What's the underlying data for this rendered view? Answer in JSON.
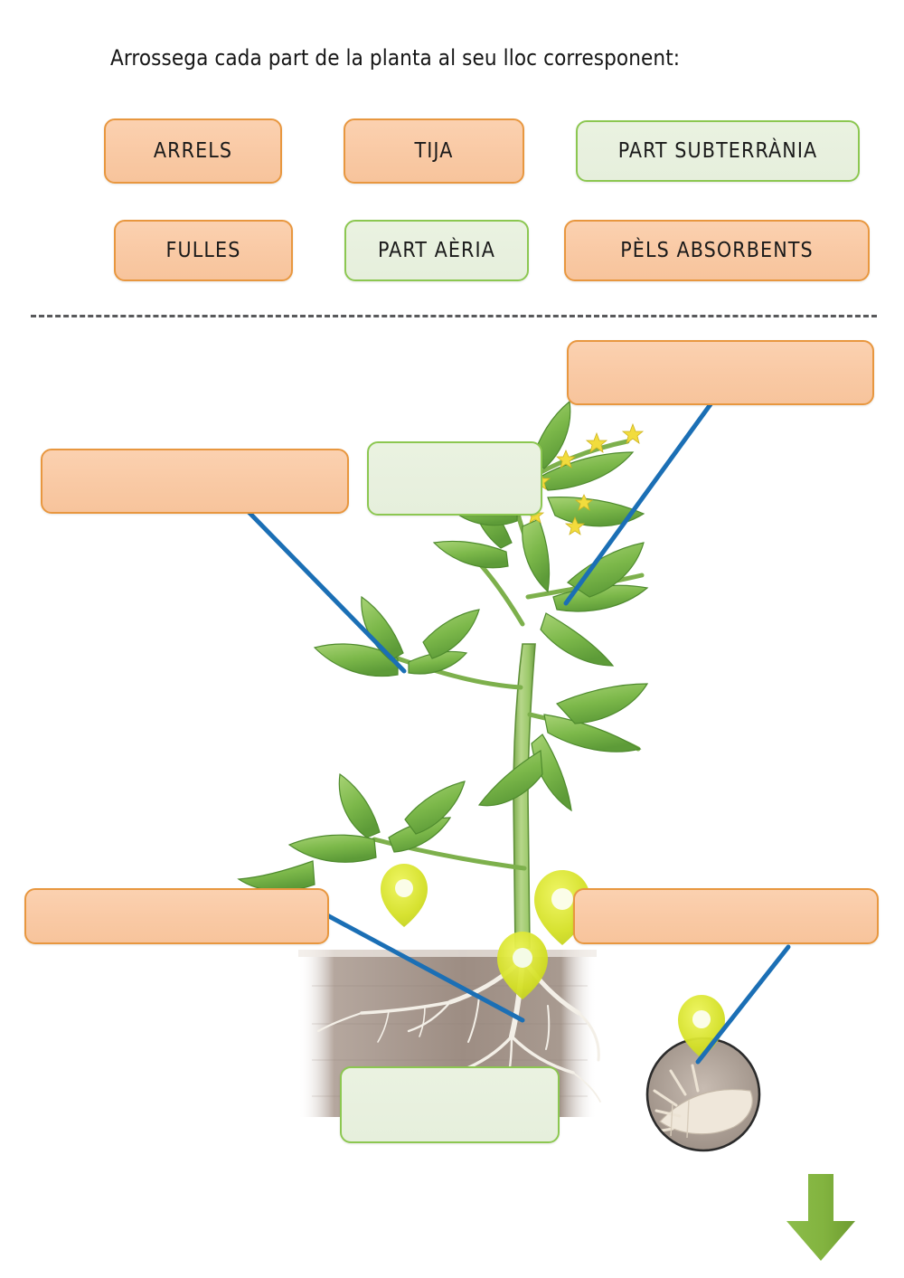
{
  "instruction": "Arrossega cada part de la planta al seu lloc corresponent:",
  "colors": {
    "orange_fill": "#f9c9a4",
    "orange_border": "#e8973f",
    "green_fill": "#e8f0de",
    "green_border": "#8cc751",
    "connector_line": "#1b6fb5",
    "pin": "#d6e22a",
    "next_arrow": "#7fb23a",
    "separator": "#58595b",
    "soil": "#9b8c83"
  },
  "word_bank": {
    "rows": [
      [
        {
          "label": "ARRELS",
          "style": "orange"
        },
        {
          "label": "TIJA",
          "style": "orange"
        },
        {
          "label": "PART SUBTERRÀNIA",
          "style": "green"
        }
      ],
      [
        {
          "label": "FULLES",
          "style": "orange"
        },
        {
          "label": "PART AÈRIA",
          "style": "green"
        },
        {
          "label": "PÈLS ABSORBENTS",
          "style": "orange"
        }
      ]
    ]
  },
  "drop_zones": [
    {
      "name": "dropzone-top-right",
      "style": "orange",
      "value": "",
      "has_connector": true
    },
    {
      "name": "dropzone-left-upper",
      "style": "orange",
      "value": "",
      "has_connector": true
    },
    {
      "name": "dropzone-aerial-part",
      "style": "green",
      "value": "",
      "has_connector": false
    },
    {
      "name": "dropzone-left-lower",
      "style": "orange",
      "value": "",
      "has_connector": true
    },
    {
      "name": "dropzone-right-lower",
      "style": "orange",
      "value": "",
      "has_connector": true
    },
    {
      "name": "dropzone-underground",
      "style": "green",
      "value": "",
      "has_connector": false
    }
  ],
  "markers": [
    {
      "name": "pin-leaf"
    },
    {
      "name": "pin-flower-stem"
    },
    {
      "name": "pin-roots"
    },
    {
      "name": "pin-root-hairs"
    }
  ],
  "figure": {
    "caption": "tomato-plant-diagram",
    "inset": "root-hairs-magnified"
  },
  "footer": {
    "next_label": "next-arrow"
  }
}
